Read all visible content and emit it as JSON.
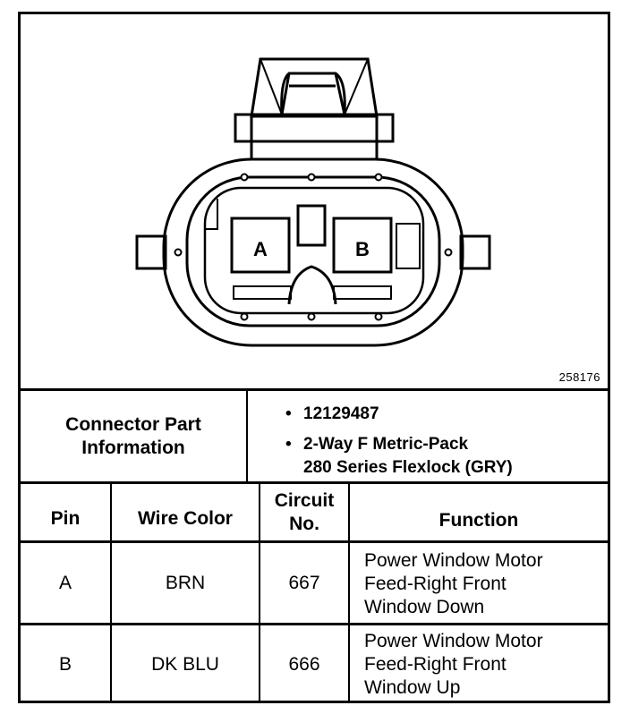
{
  "figure_id": "258176",
  "connector": {
    "pin_labels": [
      "A",
      "B"
    ]
  },
  "part_info": {
    "header": "Connector Part Information",
    "part_number": "12129487",
    "description_line1": "2-Way F Metric-Pack",
    "description_line2": "280 Series Flexlock (GRY)",
    "bullet": "•"
  },
  "table": {
    "headers": {
      "pin": "Pin",
      "wire_color": "Wire Color",
      "circuit_line1": "Circuit",
      "circuit_line2": "No.",
      "function": "Function"
    },
    "rows": [
      {
        "pin": "A",
        "wire_color": "BRN",
        "circuit": "667",
        "function_lines": [
          "Power Window Motor",
          "Feed-Right Front",
          "Window Down"
        ]
      },
      {
        "pin": "B",
        "wire_color": "DK BLU",
        "circuit": "666",
        "function_lines": [
          "Power Window Motor",
          "Feed-Right Front",
          "Window Up"
        ]
      }
    ]
  }
}
